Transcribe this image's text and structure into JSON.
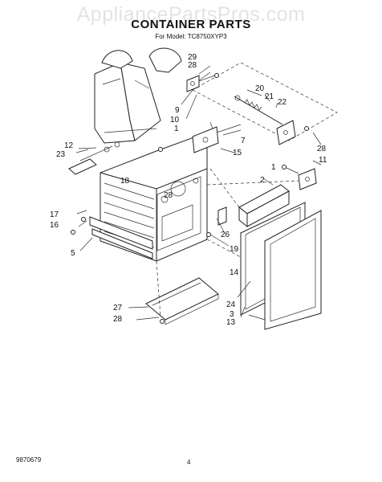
{
  "watermark": "AppliancePartsPros.com",
  "title": "CONTAINER PARTS",
  "subtitle": "For Model: TC8750XYP3",
  "doc_number": "9870679",
  "page_number": "4",
  "callouts": [
    "29",
    "28",
    "9",
    "10",
    "1",
    "20",
    "21",
    "22",
    "7",
    "15",
    "28",
    "11",
    "12",
    "23",
    "18",
    "1",
    "2",
    "28",
    "17",
    "16",
    "5",
    "26",
    "19",
    "14",
    "27",
    "28",
    "24",
    "3",
    "13"
  ]
}
